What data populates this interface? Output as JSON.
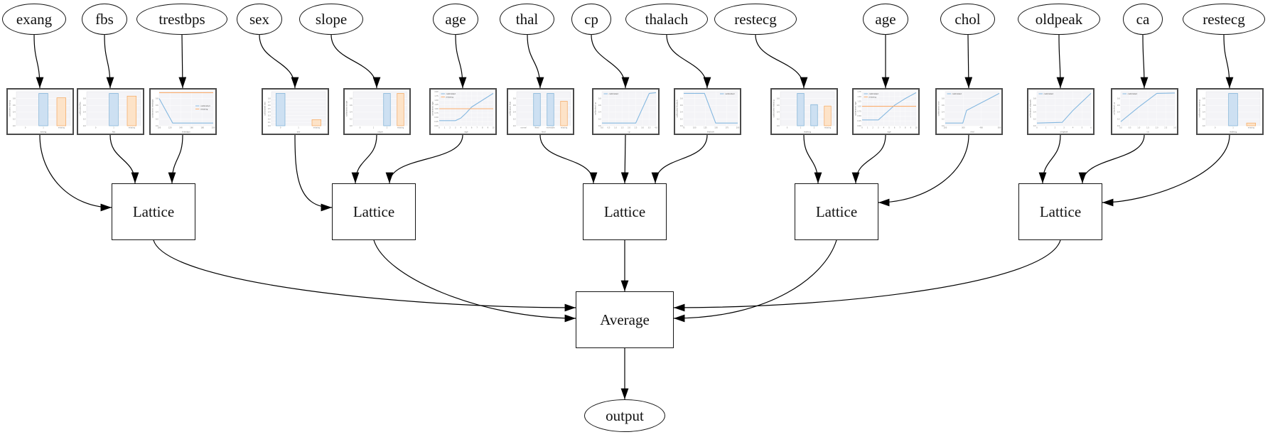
{
  "diagram": {
    "feature_nodes": [
      "exang",
      "fbs",
      "trestbps",
      "sex",
      "slope",
      "age",
      "thal",
      "cp",
      "thalach",
      "restecg",
      "age",
      "chol",
      "oldpeak",
      "ca",
      "restecg"
    ],
    "lattice_nodes": [
      {
        "label": "Lattice",
        "inputs": [
          "exang",
          "fbs",
          "trestbps"
        ]
      },
      {
        "label": "Lattice",
        "inputs": [
          "sex",
          "slope",
          "age"
        ]
      },
      {
        "label": "Lattice",
        "inputs": [
          "thal",
          "cp",
          "thalach"
        ]
      },
      {
        "label": "Lattice",
        "inputs": [
          "restecg",
          "age",
          "chol"
        ]
      },
      {
        "label": "Lattice",
        "inputs": [
          "oldpeak",
          "ca",
          "restecg"
        ]
      }
    ],
    "average_node": {
      "label": "Average"
    },
    "output_node": {
      "label": "output"
    }
  },
  "colors": {
    "edge_stroke": "#000000",
    "node_border": "#151515",
    "chart_frame": "#4a4a4a",
    "plot_bg": "#f4f4f7",
    "grid": "#ffffff",
    "tick_text": "#777777",
    "series": {
      "calibrated": {
        "line": "#85b8e0",
        "fill": "#cde0f2",
        "edge": "#7bafd4"
      },
      "missing": {
        "line": "#fbae6f",
        "fill": "#fde3c8",
        "edge": "#f3a75f"
      }
    }
  },
  "chart_data": [
    {
      "feature": "exang",
      "type": "bar",
      "xlabel": "exang",
      "ylabel": "calibrated exang",
      "categories": [
        "0",
        "1",
        "missing"
      ],
      "values": [
        0,
        0.95,
        0.82
      ],
      "bar_series": [
        "calibrated",
        "calibrated",
        "missing"
      ],
      "yticks": [
        "0.0",
        "0.2",
        "0.4",
        "0.6",
        "0.8"
      ],
      "ymax": 1.0
    },
    {
      "feature": "fbs",
      "type": "bar",
      "xlabel": "fbs",
      "ylabel": "calibrated fbs",
      "categories": [
        "0",
        "1",
        "missing"
      ],
      "values": [
        0,
        0.95,
        0.87
      ],
      "bar_series": [
        "calibrated",
        "calibrated",
        "missing"
      ],
      "yticks": [
        "0.0",
        "0.2",
        "0.4",
        "0.6",
        "0.8"
      ],
      "ymax": 1.0
    },
    {
      "feature": "trestbps",
      "type": "line",
      "xlabel": "trestbps",
      "ylabel": "calibrated trestbps",
      "series": [
        {
          "name": "calibrated",
          "x": [
            100,
            125,
            200
          ],
          "y": [
            0.8,
            0.08,
            0.08
          ]
        },
        {
          "name": "missing",
          "x": [
            100,
            200
          ],
          "y": [
            0.97,
            0.97
          ]
        }
      ],
      "xticks": [
        "100",
        "120",
        "140",
        "160",
        "180",
        "200"
      ],
      "yticks": [
        "0.0",
        "0.2",
        "0.4",
        "0.6",
        "0.8"
      ],
      "ymax": 1.0,
      "legend": {
        "entries": [
          "calibrated",
          "missing"
        ],
        "pos": "e"
      }
    },
    {
      "feature": "sex",
      "type": "bar",
      "xlabel": "sex",
      "ylabel": "calibrated sex",
      "categories": [
        "0",
        "1",
        "missing"
      ],
      "values": [
        0.95,
        0,
        0.18
      ],
      "bar_series": [
        "calibrated",
        "calibrated",
        "missing"
      ],
      "yticks": [
        "0.0",
        "0.1",
        "0.2",
        "0.3",
        "0.4",
        "0.5",
        "0.6",
        "0.7",
        "0.8"
      ],
      "ymax": 1.0
    },
    {
      "feature": "slope",
      "type": "bar",
      "xlabel": "slope",
      "ylabel": "calibrated slope",
      "categories": [
        "0",
        "1",
        "2",
        "missing"
      ],
      "values": [
        0,
        0,
        0.95,
        0.95
      ],
      "bar_series": [
        "calibrated",
        "calibrated",
        "calibrated",
        "missing"
      ],
      "yticks": [
        "0.0",
        "0.2",
        "0.4",
        "0.6",
        "0.8"
      ],
      "ymax": 1.0
    },
    {
      "feature": "age",
      "type": "line",
      "xlabel": "age",
      "ylabel": "calibrated age",
      "series": [
        {
          "name": "calibrated",
          "x": [
            0,
            3,
            4,
            5,
            6,
            8,
            10
          ],
          "y": [
            0.3,
            0.3,
            0.45,
            0.75,
            1.1,
            1.5,
            1.9
          ]
        },
        {
          "name": "missing",
          "x": [
            0,
            10
          ],
          "y": [
            1.0,
            1.0
          ]
        }
      ],
      "xticks": [
        "0",
        "1",
        "2",
        "3",
        "4",
        "5",
        "6",
        "7",
        "8",
        "9",
        "10"
      ],
      "yticks": [
        "0.00",
        "0.25",
        "0.50",
        "0.75",
        "1.00",
        "1.25",
        "1.50",
        "1.75",
        "2.00"
      ],
      "ymax": 2.0,
      "legend": {
        "entries": [
          "calibrated",
          "missing"
        ],
        "pos": "nw"
      }
    },
    {
      "feature": "thal",
      "type": "bar",
      "xlabel": "thal",
      "ylabel": "calibrated thal",
      "categories": [
        "normal",
        "fixed",
        "reversible",
        "missing"
      ],
      "values": [
        0,
        0.95,
        0.95,
        0.72
      ],
      "bar_series": [
        "calibrated",
        "calibrated",
        "calibrated",
        "missing"
      ],
      "yticks": [
        "0.0",
        "0.2",
        "0.4",
        "0.6",
        "0.8"
      ],
      "ymax": 1.0
    },
    {
      "feature": "cp",
      "type": "line",
      "xlabel": "cp",
      "ylabel": "calibrated cp",
      "series": [
        {
          "name": "calibrated",
          "x": [
            0,
            2.5,
            3.5,
            4
          ],
          "y": [
            0.08,
            0.08,
            0.95,
            0.97
          ]
        }
      ],
      "xticks": [
        "0.0",
        "0.5",
        "1.0",
        "1.5",
        "2.0",
        "2.5",
        "3.0",
        "3.5",
        "4.0"
      ],
      "yticks": [
        "0.0",
        "0.2",
        "0.4",
        "0.6",
        "0.8"
      ],
      "ymax": 1.0,
      "legend": {
        "entries": [
          "calibrated"
        ],
        "pos": "nw"
      }
    },
    {
      "feature": "thalach",
      "type": "line",
      "xlabel": "thalach",
      "ylabel": "calibrated thalach",
      "series": [
        {
          "name": "calibrated",
          "x": [
            70,
            120,
            147,
            200
          ],
          "y": [
            0.95,
            0.95,
            0.08,
            0.08
          ]
        }
      ],
      "xticks": [
        "75",
        "100",
        "125",
        "150",
        "175",
        "200"
      ],
      "yticks": [
        "0.0",
        "0.2",
        "0.4",
        "0.6",
        "0.8"
      ],
      "ymax": 1.0,
      "legend": {
        "entries": [
          "calibrated"
        ],
        "pos": "ne"
      }
    },
    {
      "feature": "restecg",
      "type": "bar",
      "xlabel": "restecg",
      "ylabel": "calibrated restecg",
      "categories": [
        "0",
        "1",
        "2",
        "missing"
      ],
      "values": [
        0,
        0.95,
        0.62,
        0.58
      ],
      "bar_series": [
        "calibrated",
        "calibrated",
        "calibrated",
        "missing"
      ],
      "yticks": [
        "0.0",
        "0.2",
        "0.4",
        "0.6",
        "0.8"
      ],
      "ymax": 1.0
    },
    {
      "feature": "age",
      "type": "line",
      "xlabel": "age",
      "ylabel": "calibrated age",
      "series": [
        {
          "name": "calibrated",
          "x": [
            0,
            3,
            5,
            6,
            8,
            10
          ],
          "y": [
            0.3,
            0.3,
            0.8,
            1.05,
            1.4,
            1.7
          ]
        },
        {
          "name": "missing",
          "x": [
            0,
            10
          ],
          "y": [
            1.0,
            1.0
          ]
        }
      ],
      "xticks": [
        "0",
        "1",
        "2",
        "3",
        "4",
        "5",
        "6",
        "7",
        "8",
        "9",
        "10"
      ],
      "yticks": [
        "0.00",
        "0.25",
        "0.50",
        "0.75",
        "1.00",
        "1.25",
        "1.50",
        "1.75"
      ],
      "ymax": 1.75,
      "legend": {
        "entries": [
          "calibrated",
          "missing"
        ],
        "pos": "nw"
      }
    },
    {
      "feature": "chol",
      "type": "line",
      "xlabel": "chol",
      "ylabel": "calibrated chol",
      "series": [
        {
          "name": "calibrated",
          "x": [
            130,
            270,
            300,
            560
          ],
          "y": [
            0.08,
            0.08,
            0.45,
            0.95
          ]
        }
      ],
      "xticks": [
        "200",
        "300",
        "400",
        "500"
      ],
      "yticks": [
        "0.0",
        "0.2",
        "0.4",
        "0.6",
        "0.8"
      ],
      "ymax": 1.0,
      "legend": {
        "entries": [
          "calibrated"
        ],
        "pos": "nw"
      }
    },
    {
      "feature": "oldpeak",
      "type": "line",
      "xlabel": "oldpeak",
      "ylabel": "calibrated oldpeak",
      "series": [
        {
          "name": "calibrated",
          "x": [
            0,
            2.8,
            4,
            6
          ],
          "y": [
            0.08,
            0.1,
            0.45,
            0.95
          ]
        }
      ],
      "xticks": [
        "0",
        "1",
        "2",
        "3",
        "4",
        "5",
        "6"
      ],
      "yticks": [
        "0.0",
        "0.2",
        "0.4",
        "0.6",
        "0.8"
      ],
      "ymax": 1.0,
      "legend": {
        "entries": [
          "calibrated"
        ],
        "pos": "nw"
      }
    },
    {
      "feature": "ca",
      "type": "line",
      "xlabel": "ca",
      "ylabel": "calibrated ca",
      "series": [
        {
          "name": "calibrated",
          "x": [
            0,
            1,
            2,
            3
          ],
          "y": [
            0.12,
            0.55,
            0.95,
            0.96
          ]
        }
      ],
      "xticks": [
        "0.0",
        "0.5",
        "1.0",
        "1.5",
        "2.0",
        "2.5",
        "3.0"
      ],
      "yticks": [
        "0.0",
        "0.2",
        "0.4",
        "0.6",
        "0.8"
      ],
      "ymax": 1.0,
      "legend": {
        "entries": [
          "calibrated"
        ],
        "pos": "nw"
      }
    },
    {
      "feature": "restecg",
      "type": "bar",
      "xlabel": "restecg",
      "ylabel": "calibrated restecg",
      "categories": [
        "0",
        "1",
        "missing"
      ],
      "values": [
        0,
        0.95,
        0.08
      ],
      "bar_series": [
        "calibrated",
        "calibrated",
        "missing"
      ],
      "yticks": [
        "0.0",
        "0.2",
        "0.4",
        "0.6",
        "0.8"
      ],
      "ymax": 1.0
    }
  ]
}
